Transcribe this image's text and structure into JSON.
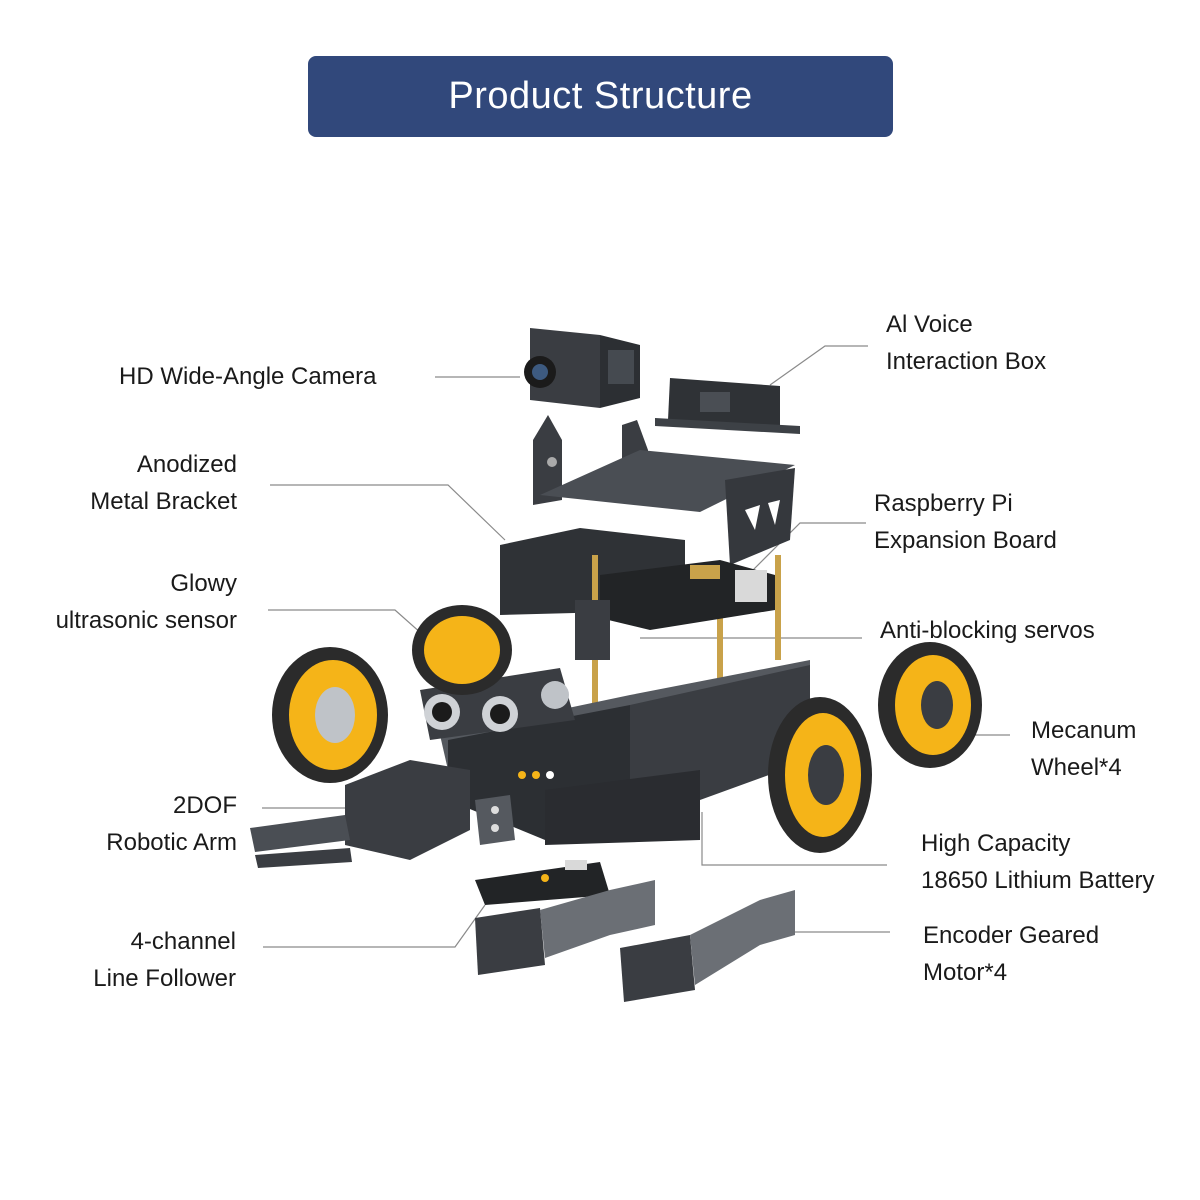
{
  "title": "Product Structure",
  "colors": {
    "banner": "#31487b",
    "metal": "#3a3d42",
    "wheel": "#f5b418",
    "roller": "#2b2b2b",
    "brass": "#c9a24a"
  },
  "labels": {
    "camera": [
      "HD Wide-Angle Camera"
    ],
    "voice": [
      "Al Voice",
      "Interaction Box"
    ],
    "bracket": [
      "Anodized",
      "Metal Bracket"
    ],
    "expansion": [
      "Raspberry Pi",
      "Expansion Board"
    ],
    "ultrasonic": [
      "Glowy",
      "ultrasonic sensor"
    ],
    "servos": [
      "Anti-blocking servos"
    ],
    "wheel": [
      "Mecanum",
      "Wheel*4"
    ],
    "arm": [
      "2DOF",
      "Robotic Arm"
    ],
    "battery": [
      "High Capacity",
      "18650 Lithium Battery"
    ],
    "follower": [
      "4-channel",
      "Line Follower"
    ],
    "motor": [
      "Encoder Geared",
      "Motor*4"
    ]
  }
}
